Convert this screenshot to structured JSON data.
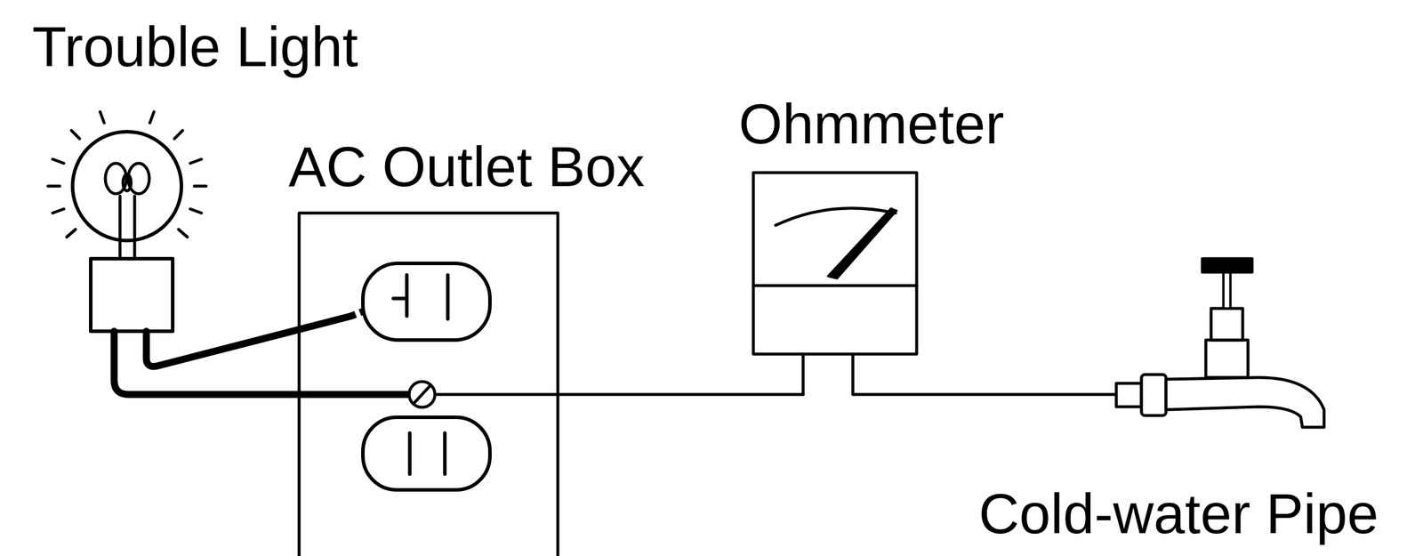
{
  "diagram": {
    "labels": [
      "Trouble Light",
      "AC Outlet Box",
      "Ohmmeter",
      "Cold-water Pipe"
    ]
  }
}
